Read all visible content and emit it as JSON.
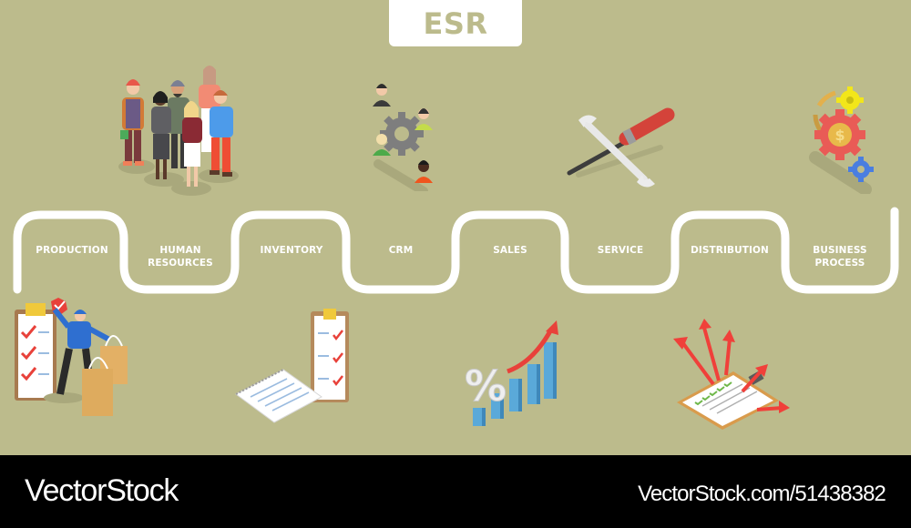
{
  "header": {
    "title": "ESR"
  },
  "colors": {
    "background": "#bcbb8c",
    "path": "#ffffff",
    "title_text": "#bcbb8c",
    "accent_red": "#e8413a",
    "accent_blue": "#5aa9d9",
    "footer_bg": "#000000"
  },
  "steps": [
    {
      "label_line1": "PRODUCTION",
      "label_line2": "",
      "illustration": "worker-with-shopping-bags-and-checklist",
      "position": "bottom"
    },
    {
      "label_line1": "HUMAN",
      "label_line2": "RESOURCES",
      "illustration": "group-of-people",
      "position": "top"
    },
    {
      "label_line1": "INVENTORY",
      "label_line2": "",
      "illustration": "notepad-and-clipboard-checklist",
      "position": "bottom"
    },
    {
      "label_line1": "CRM",
      "label_line2": "",
      "illustration": "gear-with-customer-avatars",
      "position": "top"
    },
    {
      "label_line1": "SALES",
      "label_line2": "",
      "illustration": "percent-bar-chart-growth-arrow",
      "position": "bottom"
    },
    {
      "label_line1": "SERVICE",
      "label_line2": "",
      "illustration": "wrench-and-screwdriver",
      "position": "top"
    },
    {
      "label_line1": "DISTRIBUTION",
      "label_line2": "",
      "illustration": "clipboard-with-outgoing-arrows",
      "position": "bottom"
    },
    {
      "label_line1": "BUSINESS",
      "label_line2": "PROCESS",
      "illustration": "gears-with-dollar-sign",
      "position": "top"
    }
  ],
  "footer": {
    "brand": "VectorStock",
    "url": "VectorStock.com/51438382"
  }
}
